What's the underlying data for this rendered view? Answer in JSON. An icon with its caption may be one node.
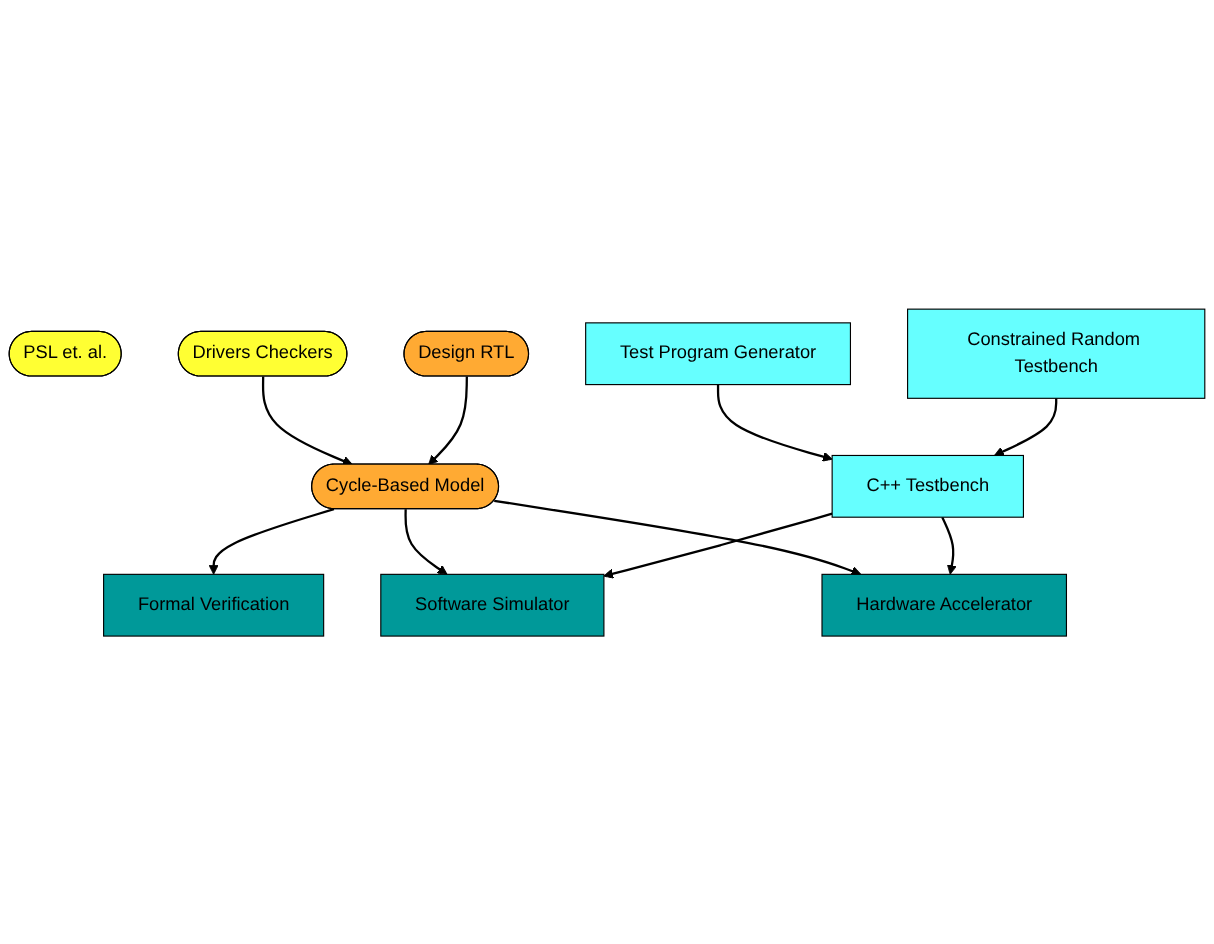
{
  "diagram": {
    "nodes": [
      {
        "text": [
          "PSL et. al."
        ]
      },
      {
        "text": [
          "Drivers Checkers"
        ]
      },
      {
        "text": [
          "Design RTL"
        ]
      },
      {
        "text": [
          "Cycle-Based Model"
        ]
      },
      {
        "text": [
          "Formal Verification"
        ]
      },
      {
        "text": [
          "Software Simulator"
        ]
      },
      {
        "text": [
          "Hardware Accelerator"
        ]
      },
      {
        "text": [
          "C++ Testbench"
        ]
      },
      {
        "text": [
          "Test Program Generator"
        ]
      },
      {
        "text": [
          "Constrained Random Testbench"
        ]
      }
    ],
    "edges": [
      {
        "from": 1,
        "to": 3,
        "arrow": "to"
      },
      {
        "from": 2,
        "to": 3,
        "arrow": "to"
      },
      {
        "from": 3,
        "to": 4,
        "arrow": "to"
      },
      {
        "from": 3,
        "to": 5,
        "arrow": "to"
      },
      {
        "from": 3,
        "to": 6,
        "arrow": "to"
      },
      {
        "from": 7,
        "to": 5,
        "arrow": "to"
      },
      {
        "from": 7,
        "to": 6,
        "arrow": "to"
      },
      {
        "from": 8,
        "to": 7,
        "arrow": "to"
      },
      {
        "from": 9,
        "to": 7,
        "arrow": "to"
      }
    ]
  }
}
